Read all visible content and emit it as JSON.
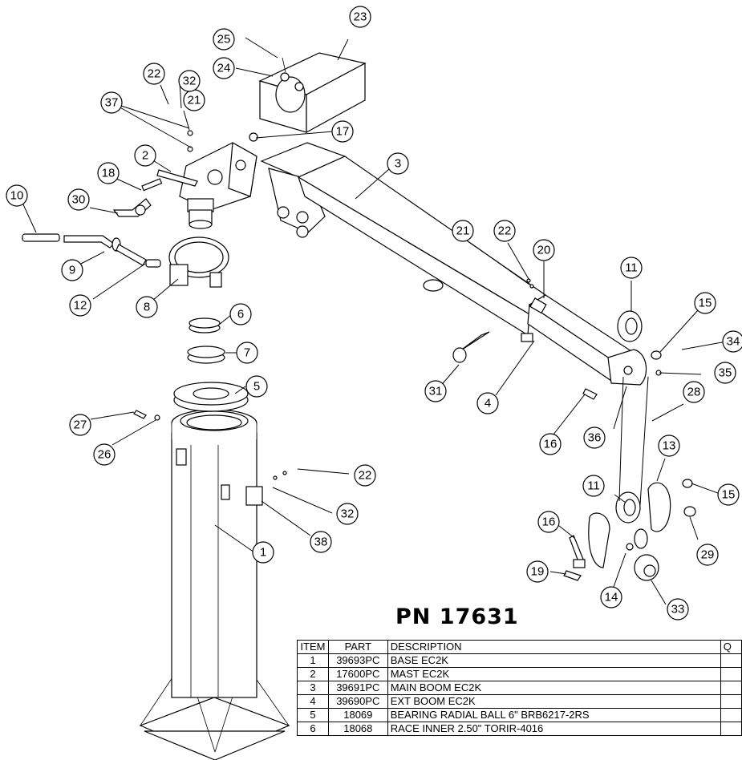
{
  "title": "PN 17631",
  "callouts": [
    "1",
    "2",
    "3",
    "4",
    "5",
    "6",
    "7",
    "8",
    "9",
    "10",
    "11",
    "11",
    "12",
    "13",
    "14",
    "15",
    "15",
    "16",
    "16",
    "17",
    "18",
    "19",
    "20",
    "21",
    "21",
    "22",
    "22",
    "22",
    "23",
    "24",
    "25",
    "26",
    "27",
    "28",
    "29",
    "30",
    "31",
    "32",
    "32",
    "33",
    "34",
    "35",
    "36",
    "37",
    "38"
  ],
  "bom": {
    "headers": {
      "item": "ITEM",
      "part": "PART",
      "description": "DESCRIPTION",
      "qty": "Q"
    },
    "rows": [
      {
        "item": "1",
        "part": "39693PC",
        "description": "BASE EC2K"
      },
      {
        "item": "2",
        "part": "17600PC",
        "description": "MAST EC2K"
      },
      {
        "item": "3",
        "part": "39691PC",
        "description": "MAIN BOOM EC2K"
      },
      {
        "item": "4",
        "part": "39690PC",
        "description": "EXT BOOM EC2K"
      },
      {
        "item": "5",
        "part": "18069",
        "description": "BEARING RADIAL BALL 6\" BRB6217-2RS"
      },
      {
        "item": "6",
        "part": "18068",
        "description": "RACE INNER 2.50\"  TORIR-4016"
      }
    ]
  }
}
